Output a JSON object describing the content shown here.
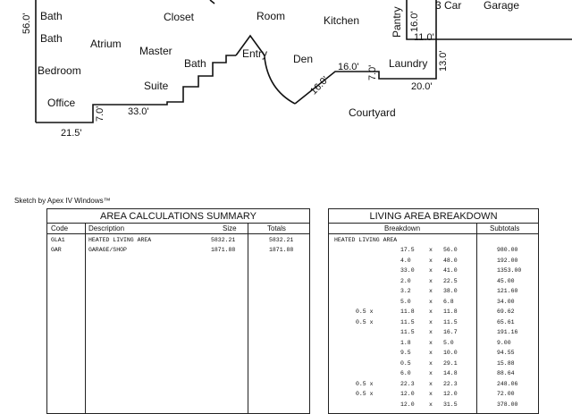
{
  "floor_plan": {
    "rooms": {
      "bath_top": "Bath",
      "bath_mid": "Bath",
      "bedroom": "Bedroom",
      "office": "Office",
      "atrium": "Atrium",
      "closet": "Closet",
      "master": "Master",
      "bath_master": "Bath",
      "suite": "Suite",
      "room": "Room",
      "entry": "Entry",
      "kitchen": "Kitchen",
      "den": "Den",
      "pantry": "Pantry",
      "car": "3 Car",
      "garage": "Garage",
      "laundry": "Laundry",
      "courtyard": "Courtyard"
    },
    "dims": {
      "d56": "56.0'",
      "d7a": "7.0'",
      "d33": "33.0'",
      "d215": "21.5'",
      "d16den": "16.0'",
      "d16a": "16.0'",
      "d7b": "7.0'",
      "d16b": "16.0'",
      "d11": "11.0'",
      "d13": "13.0'",
      "d20": "20.0'"
    }
  },
  "credit": "Sketch by Apex IV Windows™",
  "area_summary": {
    "title": "AREA CALCULATIONS SUMMARY",
    "headers": [
      "Code",
      "Description",
      "Size",
      "Totals"
    ],
    "rows": [
      {
        "code": "GLA1",
        "desc": "HEATED LIVING AREA",
        "size": "5832.21",
        "total": "5832.21"
      },
      {
        "code": "GAR",
        "desc": "GARAGE/SHOP",
        "size": "1871.88",
        "total": "1871.88"
      }
    ]
  },
  "living_breakdown": {
    "title": "LIVING AREA BREAKDOWN",
    "headers": [
      "Breakdown",
      "Subtotals"
    ],
    "section": "HEATED LIVING AREA",
    "rows": [
      {
        "f": "",
        "a": "17.5",
        "b": "56.0",
        "s": "980.00"
      },
      {
        "f": "",
        "a": "4.0",
        "b": "48.0",
        "s": "192.00"
      },
      {
        "f": "",
        "a": "33.0",
        "b": "41.0",
        "s": "1353.00"
      },
      {
        "f": "",
        "a": "2.0",
        "b": "22.5",
        "s": "45.00"
      },
      {
        "f": "",
        "a": "3.2",
        "b": "38.0",
        "s": "121.60"
      },
      {
        "f": "",
        "a": "5.0",
        "b": "6.8",
        "s": "34.00"
      },
      {
        "f": "0.5 x",
        "a": "11.8",
        "b": "11.8",
        "s": "69.62"
      },
      {
        "f": "0.5 x",
        "a": "11.5",
        "b": "11.5",
        "s": "65.61"
      },
      {
        "f": "",
        "a": "11.5",
        "b": "16.7",
        "s": "191.16"
      },
      {
        "f": "",
        "a": "1.8",
        "b": "5.0",
        "s": "9.00"
      },
      {
        "f": "",
        "a": "9.5",
        "b": "10.0",
        "s": "94.55"
      },
      {
        "f": "",
        "a": "0.5",
        "b": "29.1",
        "s": "15.88"
      },
      {
        "f": "",
        "a": "6.0",
        "b": "14.8",
        "s": "88.64"
      },
      {
        "f": "0.5 x",
        "a": "22.3",
        "b": "22.3",
        "s": "248.06"
      },
      {
        "f": "0.5 x",
        "a": "12.0",
        "b": "12.0",
        "s": "72.00"
      },
      {
        "f": "",
        "a": "12.0",
        "b": "31.5",
        "s": "378.00"
      }
    ]
  }
}
